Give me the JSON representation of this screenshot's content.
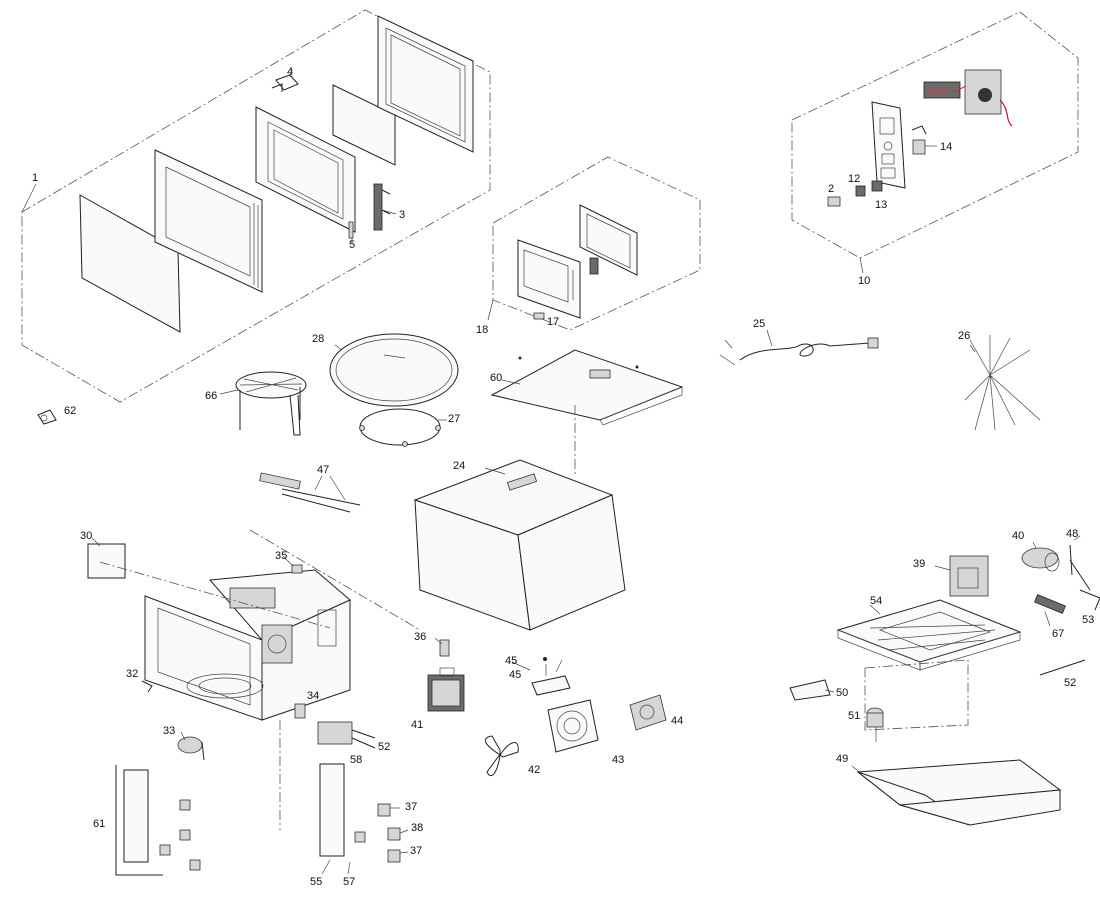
{
  "diagram": {
    "callouts": [
      {
        "id": "c1",
        "text": "1"
      },
      {
        "id": "c2",
        "text": "2"
      },
      {
        "id": "c3",
        "text": "3"
      },
      {
        "id": "c4",
        "text": "4"
      },
      {
        "id": "c5",
        "text": "5"
      },
      {
        "id": "c10",
        "text": "10"
      },
      {
        "id": "c12",
        "text": "12"
      },
      {
        "id": "c13",
        "text": "13"
      },
      {
        "id": "c14",
        "text": "14"
      },
      {
        "id": "c17",
        "text": "17"
      },
      {
        "id": "c18",
        "text": "18"
      },
      {
        "id": "c24",
        "text": "24"
      },
      {
        "id": "c25",
        "text": "25"
      },
      {
        "id": "c26",
        "text": "26"
      },
      {
        "id": "c27",
        "text": "27"
      },
      {
        "id": "c28",
        "text": "28"
      },
      {
        "id": "c30",
        "text": "30"
      },
      {
        "id": "c32",
        "text": "32"
      },
      {
        "id": "c33",
        "text": "33"
      },
      {
        "id": "c34",
        "text": "34"
      },
      {
        "id": "c35",
        "text": "35"
      },
      {
        "id": "c36",
        "text": "36"
      },
      {
        "id": "c37a",
        "text": "37"
      },
      {
        "id": "c37b",
        "text": "37"
      },
      {
        "id": "c38",
        "text": "38"
      },
      {
        "id": "c39",
        "text": "39"
      },
      {
        "id": "c40",
        "text": "40"
      },
      {
        "id": "c41",
        "text": "41"
      },
      {
        "id": "c42",
        "text": "42"
      },
      {
        "id": "c43",
        "text": "43"
      },
      {
        "id": "c44",
        "text": "44"
      },
      {
        "id": "c45a",
        "text": "45"
      },
      {
        "id": "c45b",
        "text": "45"
      },
      {
        "id": "c47",
        "text": "47"
      },
      {
        "id": "c48",
        "text": "48"
      },
      {
        "id": "c49",
        "text": "49"
      },
      {
        "id": "c50",
        "text": "50"
      },
      {
        "id": "c51",
        "text": "51"
      },
      {
        "id": "c52a",
        "text": "52"
      },
      {
        "id": "c52b",
        "text": "52"
      },
      {
        "id": "c53",
        "text": "53"
      },
      {
        "id": "c54",
        "text": "54"
      },
      {
        "id": "c55",
        "text": "55"
      },
      {
        "id": "c57",
        "text": "57"
      },
      {
        "id": "c58",
        "text": "58"
      },
      {
        "id": "c60",
        "text": "60"
      },
      {
        "id": "c61",
        "text": "61"
      },
      {
        "id": "c62",
        "text": "62"
      },
      {
        "id": "c66",
        "text": "66"
      },
      {
        "id": "c67",
        "text": "67"
      }
    ]
  }
}
